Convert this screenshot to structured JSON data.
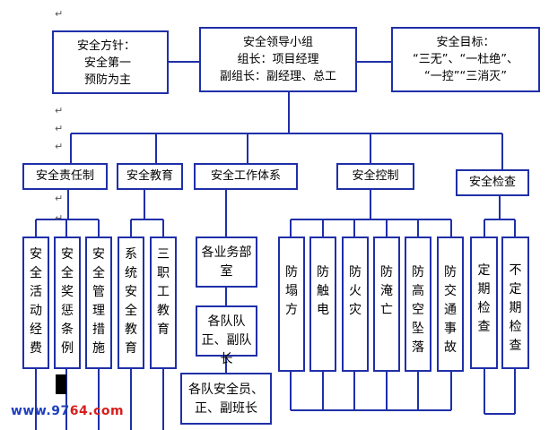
{
  "paragraph_mark": "↵",
  "top": {
    "policy": [
      "安全方针：",
      "安全第一",
      "预防为主"
    ],
    "leader": [
      "安全领导小组",
      "组长：项目经理",
      "副组长：副经理、总工"
    ],
    "goal": [
      "安全目标：",
      "“三无”、“一杜绝”、",
      "“一控”“三消灭”"
    ]
  },
  "categories": [
    "安全责任制",
    "安全教育",
    "安全工作体系",
    "安全控制",
    "安全检查"
  ],
  "responsibility": [
    "安全活动经费",
    "安全奖惩条例",
    "安全管理措施"
  ],
  "education": [
    "系统安全教育",
    "三职工教育"
  ],
  "workflow": [
    "各业务部室",
    "各队队正、副队长",
    "各队安全员、正、副班长"
  ],
  "control": [
    "防塌方",
    "防触电",
    "防火灾",
    "防淹亡",
    "防高空坠落",
    "防交通事故"
  ],
  "inspection": [
    "定期检查",
    "不定期检查"
  ],
  "watermark": {
    "prefix": "www.",
    "num1": "97",
    "num2": "64",
    "suffix": ".com"
  }
}
